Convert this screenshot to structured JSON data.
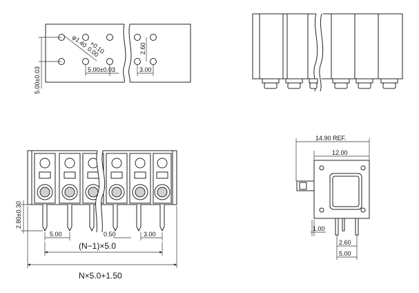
{
  "views": {
    "footprint": {
      "hole_dia": "φ1.40",
      "hole_tol_plus": "+0.10",
      "hole_tol_minus": "0.00",
      "row_pitch": "2.60",
      "stagger_offset": "3.00",
      "pitch": "5.00±0.03",
      "row_spacing": "5.00±0.03"
    },
    "front": {
      "pin_length": "2.80±0.30",
      "pitch": "5.00",
      "pin_width": "0.50",
      "stagger": "3.00",
      "span_formula": "(N−1)×5.0",
      "total_formula": "N×5.0+1.50"
    },
    "side": {
      "overall_ref": "14.90 REF.",
      "body_width": "12.00",
      "pin_offset": "1.00",
      "pin_row": "2.60",
      "pin_pitch": "5.00"
    }
  },
  "colors": {
    "line": "#222222",
    "background": "#ffffff"
  }
}
